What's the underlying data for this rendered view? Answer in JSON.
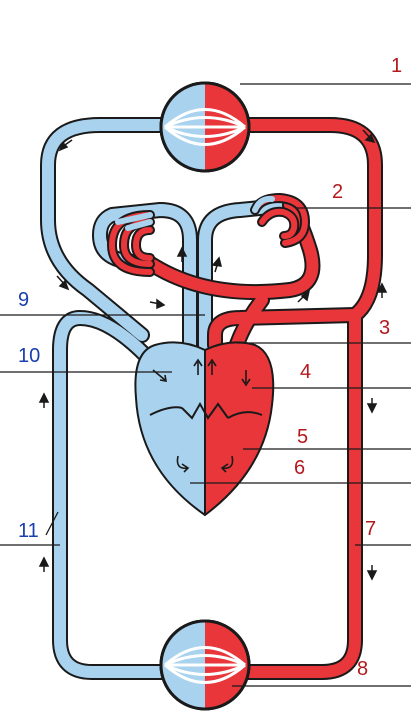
{
  "colors": {
    "oxygenated": "#e8363a",
    "deoxygenated": "#a8d2ee",
    "outline": "#1a1a1a",
    "blue_label": "#1a3fae",
    "red_label": "#b3191e"
  },
  "labels": {
    "n1": "1",
    "n2": "2",
    "n3": "3",
    "n4": "4",
    "n5": "5",
    "n6": "6",
    "n7": "7",
    "n8": "8",
    "n9": "9",
    "n10": "10",
    "n11": "11"
  }
}
